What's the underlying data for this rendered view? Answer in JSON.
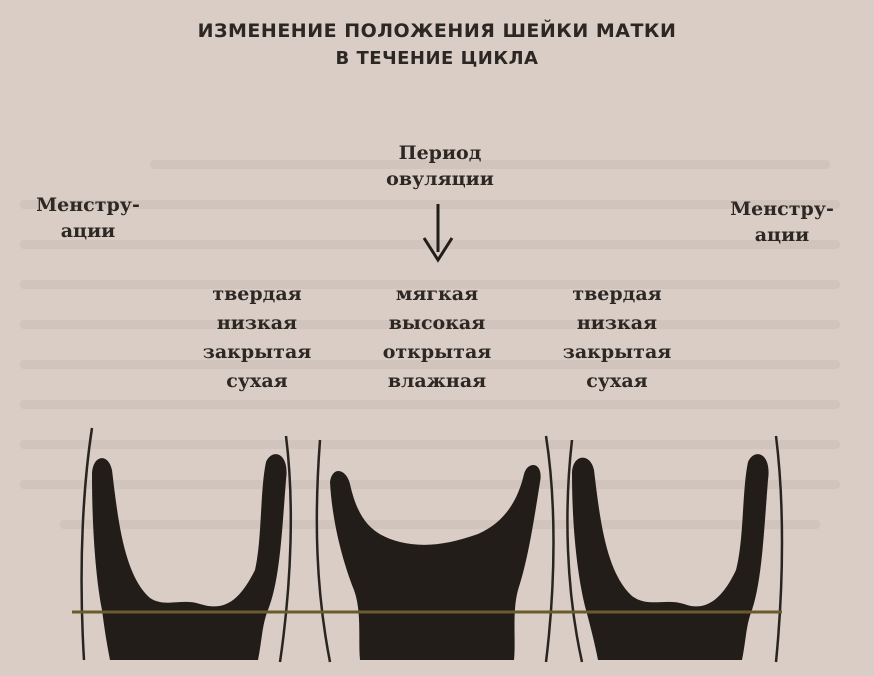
{
  "title_line1": "ИЗМЕНЕНИЕ ПОЛОЖЕНИЯ ШЕЙКИ МАТКИ",
  "title_line2": "В ТЕЧЕНИЕ ЦИКЛА",
  "left_label": [
    "Менстру-",
    "ации"
  ],
  "right_label": [
    "Менстру-",
    "ации"
  ],
  "ovulation_label": [
    "Период",
    "овуляции"
  ],
  "phases": [
    {
      "properties": [
        "твердая",
        "низкая",
        "закрытая",
        "сухая"
      ]
    },
    {
      "properties": [
        "мягкая",
        "высокая",
        "открытая",
        "влажная"
      ]
    },
    {
      "properties": [
        "твердая",
        "низкая",
        "закрытая",
        "сухая"
      ]
    }
  ],
  "colors": {
    "background": "#d9cdc6",
    "ink": "#2e2824",
    "cervix": "#231d1a"
  },
  "icons": {
    "arrow": "down-arrow-icon"
  }
}
